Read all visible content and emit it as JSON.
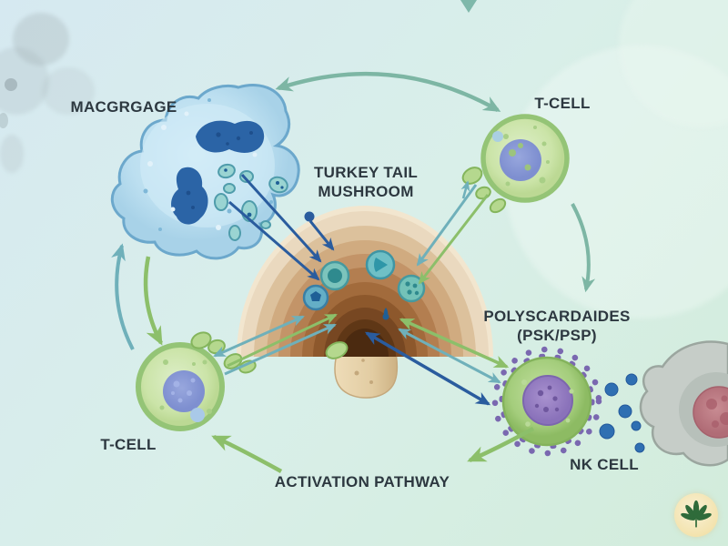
{
  "diagram": {
    "labels": {
      "macrophage": "MACGRGAGE",
      "t_cell_top": "T-CELL",
      "turkey_tail_line1": "TURKEY TAIL",
      "turkey_tail_line2": "MUSHROOM",
      "polysaccharides_line1": "POLYSCARDAIDES",
      "polysaccharides_line2": "(PSK/PSP)",
      "t_cell_bottom": "T-CELL",
      "nk_cell": "NK CELL",
      "activation_pathway": "ACTIVATION PATHWAY"
    },
    "icons": {
      "logo": "leaf-icon"
    },
    "colors": {
      "bg-a": "#d6e9f1",
      "bg-b": "#d9efe9",
      "bg-c": "#d2ecdb",
      "ink": "#2d3840",
      "arrow-sea": "#7db6a4",
      "arrow-teal": "#6fb0ba",
      "arrow-green": "#8cbf6a",
      "arrow-navy": "#2a5c9e",
      "logo-bg": "#f3e3ae",
      "logo-leaf": "#2f6b3a"
    }
  }
}
